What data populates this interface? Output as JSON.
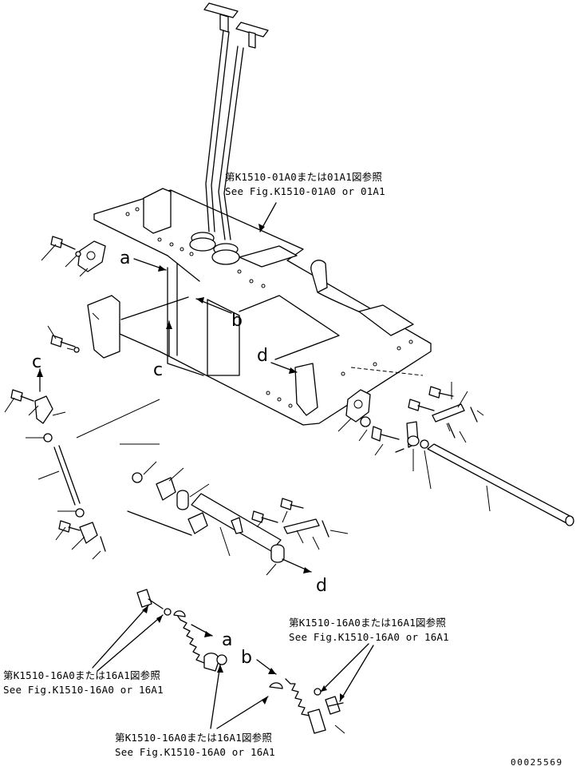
{
  "references": {
    "top_jp": "第K1510-01A0または01A1図参照",
    "top_en": "See Fig.K1510-01A0 or 01A1",
    "right_jp": "第K1510-16A0または16A1図参照",
    "right_en": "See Fig.K1510-16A0 or 16A1",
    "left_jp": "第K1510-16A0または16A1図参照",
    "left_en": "See Fig.K1510-16A0 or 16A1",
    "bottom_jp": "第K1510-16A0または16A1図参照",
    "bottom_en": "See Fig.K1510-16A0 or 16A1"
  },
  "callouts": {
    "a_top": "a",
    "b_top": "b",
    "c_mid": "c",
    "c_left": "c",
    "d_mid": "d",
    "d_bottom": "d",
    "a_bottom": "a",
    "b_bottom": "b"
  },
  "serial": "00025569"
}
